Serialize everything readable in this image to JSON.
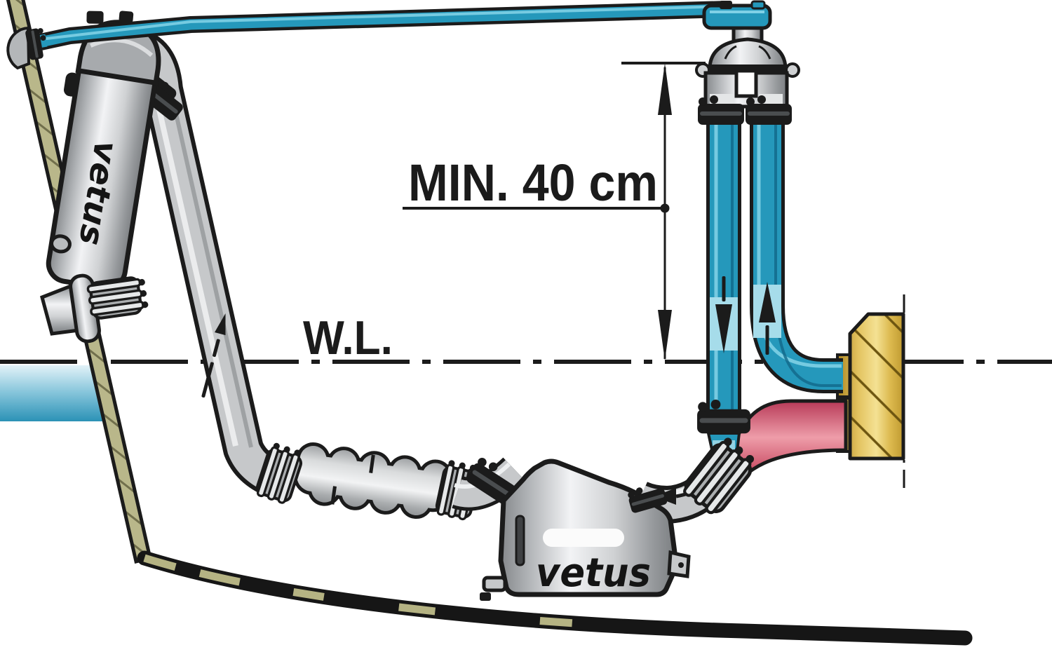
{
  "annotations": {
    "min_height_label": "MIN. 40 cm",
    "waterline_label": "W.L."
  },
  "branding": {
    "gooseneck_logo": "vetus",
    "waterlock_logo": "vetus"
  },
  "icons": {
    "flow_down_arrow": "▼",
    "flow_up_arrow": "▲",
    "flow_left_arrow": "◀",
    "flow_up_dashed_arrow": "⇡",
    "dimension_arrow_up": "▲",
    "dimension_arrow_down": "▼"
  },
  "colors": {
    "pipe_blue": "#2598bb",
    "pipe_blue_highlight": "#7fd0e6",
    "pipe_blue_shade": "#11688a",
    "flow_window_blue": "#a6dcea",
    "water_top": "#e2f2f8",
    "water_bottom": "#2b92b6",
    "exhaust_red": "#c63a58",
    "engine_block_gold": "#e9cd6d",
    "hull_khaki": "#b9b78a",
    "metal_gray": "#c6c8ca",
    "outline_black": "#1b1b1b",
    "background": "#ffffff"
  }
}
